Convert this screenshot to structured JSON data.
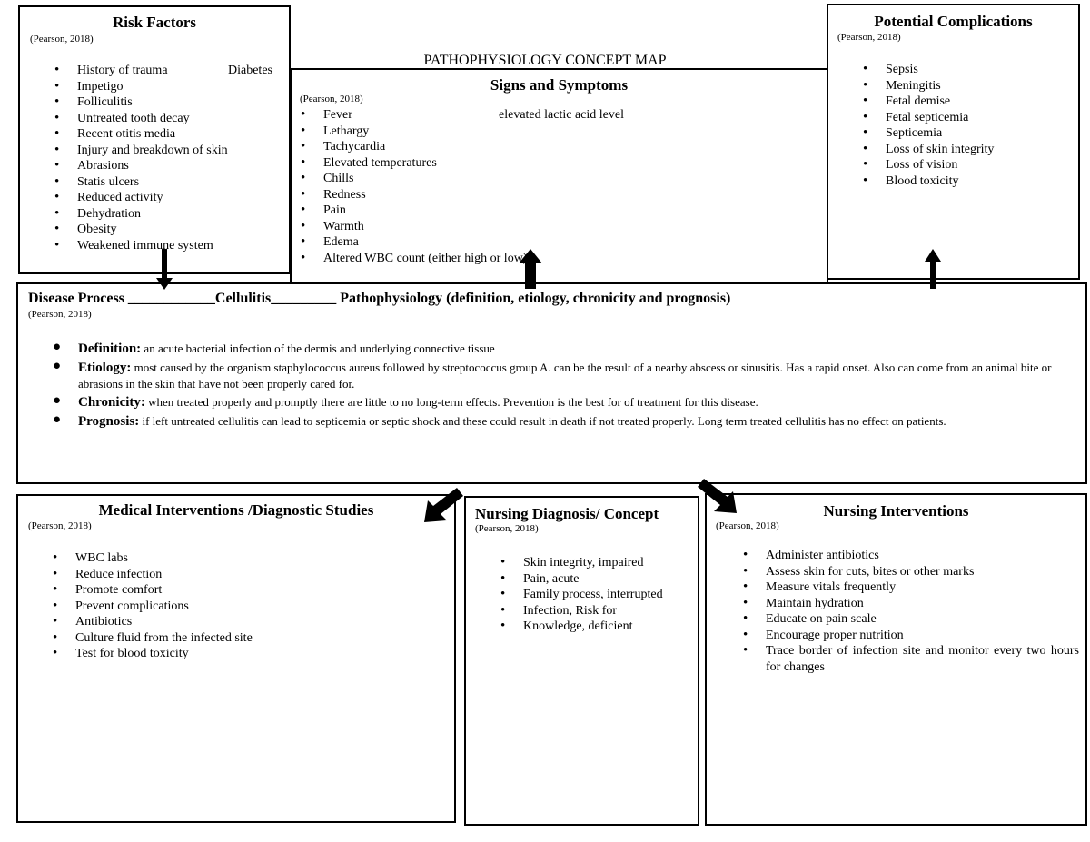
{
  "page_title": "PATHOPHYSIOLOGY CONCEPT MAP",
  "risk_factors": {
    "title": "Risk Factors",
    "cite": "(Pearson, 2018)",
    "items": [
      "History of trauma",
      "Impetigo",
      "Folliculitis",
      "Untreated tooth decay",
      "Recent otitis media",
      "Injury and breakdown of skin",
      "Abrasions",
      "Statis ulcers",
      "Reduced activity",
      "Dehydration",
      "Obesity",
      "Weakened immune system"
    ],
    "extra_item": "Diabetes"
  },
  "signs_symptoms": {
    "title": "Signs and Symptoms",
    "cite": "(Pearson, 2018)",
    "items": [
      "Fever",
      "Lethargy",
      "Tachycardia",
      "Elevated temperatures",
      "Chills",
      "Redness",
      "Pain",
      "Warmth",
      "Edema",
      "Altered WBC count (either high or low)"
    ],
    "extra_item": "elevated lactic acid level"
  },
  "complications": {
    "title": "Potential Complications",
    "cite": "(Pearson, 2018)",
    "items": [
      "Sepsis",
      "Meningitis",
      "Fetal demise",
      "Fetal septicemia",
      "Septicemia",
      "Loss of skin integrity",
      "Loss of vision",
      "Blood toxicity"
    ]
  },
  "disease_process": {
    "label": "Disease Process ____________Cellulitis_________ Pathophysiology (definition, etiology, chronicity and prognosis)",
    "cite": "(Pearson, 2018)",
    "definition_label": "Definition:",
    "definition_text": "an acute bacterial infection of the dermis and underlying connective tissue",
    "etiology_label": "Etiology:",
    "etiology_text": "most caused by the organism staphylococcus aureus followed by streptococcus group A. can be the result of a nearby abscess or sinusitis. Has a rapid onset. Also can come from an animal bite or abrasions in the skin that have not been properly cared for.",
    "chronicity_label": "Chronicity:",
    "chronicity_text": "when treated properly and promptly there are little to no long-term effects. Prevention is the best for of treatment for this disease.",
    "prognosis_label": "Prognosis:",
    "prognosis_text": "if left untreated cellulitis can lead to septicemia or septic shock and these could result in death if not treated properly. Long term treated cellulitis has no effect on patients."
  },
  "medical_interventions": {
    "title": "Medical Interventions /Diagnostic Studies",
    "cite": "(Pearson, 2018)",
    "items": [
      "WBC labs",
      "Reduce infection",
      "Promote comfort",
      "Prevent complications",
      "Antibiotics",
      "Culture fluid from the infected site",
      "Test for blood toxicity"
    ]
  },
  "nursing_diagnosis": {
    "title": "Nursing Diagnosis/ Concept",
    "cite": "(Pearson, 2018)",
    "items": [
      "Skin integrity, impaired",
      "Pain, acute",
      "Family process, interrupted",
      "Infection, Risk for",
      "Knowledge, deficient"
    ]
  },
  "nursing_interventions": {
    "title": "Nursing Interventions",
    "cite": "(Pearson, 2018)",
    "items": [
      "Administer antibiotics",
      "Assess skin for cuts, bites or other marks",
      "Measure vitals frequently",
      "Maintain hydration",
      "Educate on pain scale",
      "Encourage proper nutrition",
      "Trace border of infection site and monitor every two hours for changes"
    ]
  }
}
